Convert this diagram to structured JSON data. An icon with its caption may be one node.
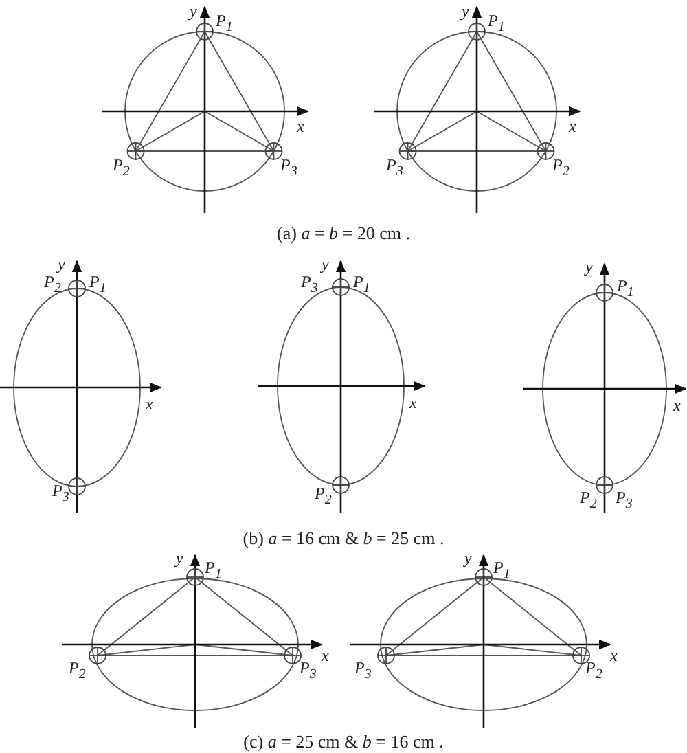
{
  "diagram": {
    "labels": [
      "y",
      "P$_{1}$",
      "x",
      "P$_{2}$",
      "P$_{3}$",
      "y",
      "P$_{1}$",
      "x",
      "P$_{3}$",
      "P$_{2}$",
      "(a)  *a* = *b* = 20 cm .",
      "y",
      "P$_{2}$",
      "P$_{1}$",
      "x",
      "P$_{3}$",
      "y",
      "P$_{3}$",
      "P$_{1}$",
      "x",
      "P$_{2}$",
      "y",
      "P$_{1}$",
      "x",
      "P$_{2}$",
      "P$_{3}$",
      "(b)  *a* = 16 cm  &  *b* = 25 cm .",
      "y",
      "P$_{1}$",
      "x",
      "P$_{2}$",
      "P$_{3}$",
      "y",
      "P$_{1}$",
      "x",
      "P$_{3}$",
      "P$_{2}$",
      "(c)  *a* = 25 cm  &  *b* = 16 cm ."
    ]
  }
}
